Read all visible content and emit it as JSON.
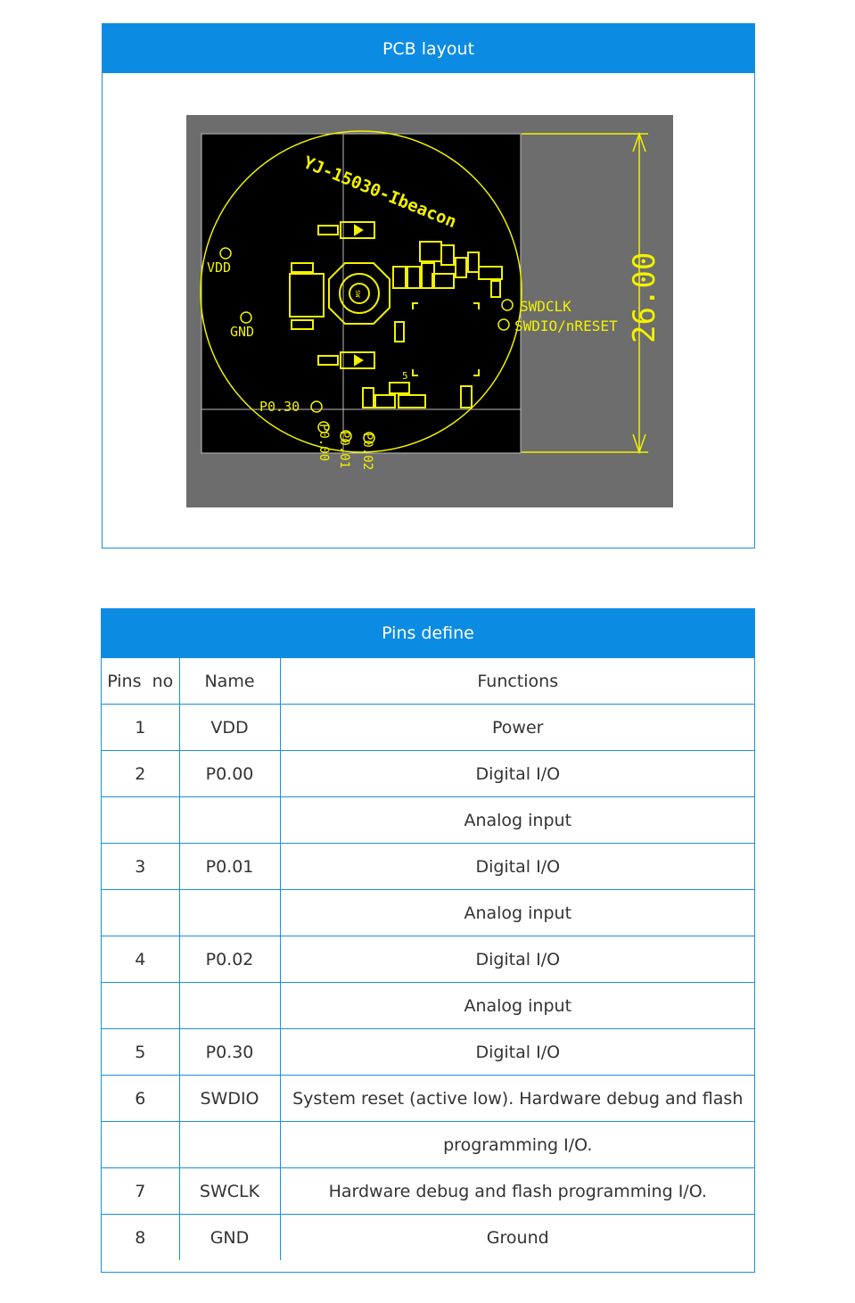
{
  "pcb_panel": {
    "title": "PCB layout",
    "diagram": {
      "board_name": "YJ-15030-Ibeacon",
      "dimension": "26.00",
      "labels": {
        "vdd": "VDD",
        "gnd": "GND",
        "p030": "P0.30",
        "p000": "P0.00",
        "p001": "P0.01",
        "p002": "P0.02",
        "swdclk": "SWDCLK",
        "swdio": "SWDIO/nRESET",
        "sw": "SW",
        "mark5": "5"
      },
      "colors": {
        "board": "#000000",
        "background": "#6d6d6d",
        "silkscreen": "#f2f200"
      }
    }
  },
  "pins_panel": {
    "title": "Pins define",
    "headers": [
      "Pins  no",
      "Name",
      "Functions"
    ],
    "rows": [
      [
        "1",
        "VDD",
        "Power"
      ],
      [
        "2",
        "P0.00",
        "Digital I/O"
      ],
      [
        "",
        "",
        "Analog input"
      ],
      [
        "3",
        "P0.01",
        "Digital I/O"
      ],
      [
        "",
        "",
        "Analog input"
      ],
      [
        "4",
        "P0.02",
        "Digital I/O"
      ],
      [
        "",
        "",
        "Analog input"
      ],
      [
        "5",
        "P0.30",
        "Digital I/O"
      ],
      [
        "6",
        "SWDIO",
        "System reset (active low). Hardware debug and flash"
      ],
      [
        "",
        "",
        "programming I/O."
      ],
      [
        "7",
        "SWCLK",
        "Hardware debug and flash programming I/O."
      ],
      [
        "8",
        "GND",
        "Ground"
      ]
    ]
  },
  "colors": {
    "header_bg": "#0c8be3",
    "border": "#1a8ee3"
  }
}
